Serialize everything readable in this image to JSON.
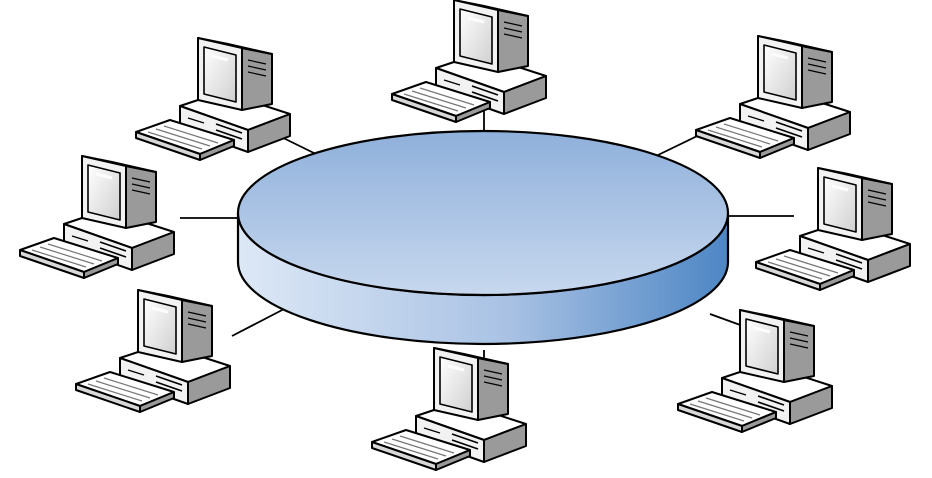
{
  "diagram": {
    "type": "network-topology",
    "hub": {
      "shape": "cylinder-disk",
      "top_color_light": "#c7d8ee",
      "top_color_dark": "#8fb0db",
      "side_color_light": "#dde8f6",
      "side_color_dark": "#4d86c4",
      "outline_color": "#000000"
    },
    "node_count": 8,
    "nodes": [
      {
        "id": "computer-top",
        "icon": "desktop-computer-icon"
      },
      {
        "id": "computer-top-left",
        "icon": "desktop-computer-icon"
      },
      {
        "id": "computer-top-right",
        "icon": "desktop-computer-icon"
      },
      {
        "id": "computer-left",
        "icon": "desktop-computer-icon"
      },
      {
        "id": "computer-right",
        "icon": "desktop-computer-icon"
      },
      {
        "id": "computer-bottom-left",
        "icon": "desktop-computer-icon"
      },
      {
        "id": "computer-bottom",
        "icon": "desktop-computer-icon"
      },
      {
        "id": "computer-bottom-right",
        "icon": "desktop-computer-icon"
      }
    ],
    "link_color": "#000000"
  }
}
